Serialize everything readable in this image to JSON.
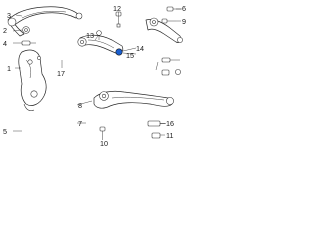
{
  "accent_color": "#1a5fd0",
  "callouts": {
    "c1": "1",
    "c2": "2",
    "c3": "3",
    "c4": "4",
    "c5": "5",
    "c6": "6",
    "c7": "7",
    "c8": "8",
    "c9": "9",
    "c10": "10",
    "c11": "11",
    "c12": "12",
    "c13": "13",
    "c14": "14",
    "c15": "15",
    "c16": "16",
    "c17": "17"
  }
}
